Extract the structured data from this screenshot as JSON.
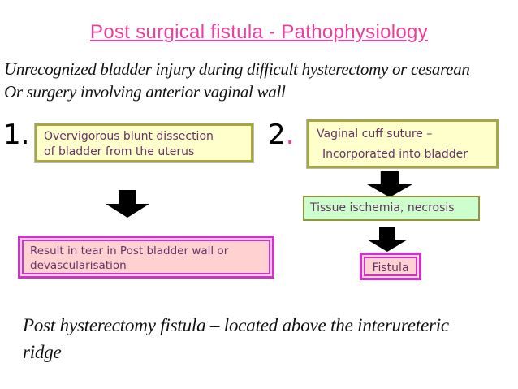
{
  "slide": {
    "title": "Post surgical fistula - Pathophysiology",
    "intro": {
      "line1": "Unrecognized bladder injury during difficult hysterectomy or cesarean",
      "line2": "Or surgery involving anterior vaginal wall"
    },
    "step1": {
      "number": "1",
      "dot": ".",
      "box": {
        "line1": "Overvigorous blunt dissection",
        "line2": "of bladder from the uterus"
      }
    },
    "step2": {
      "number": "2",
      "dot": ".",
      "box": {
        "line1": "Vaginal cuff suture –",
        "line2": "Incorporated into bladder"
      }
    },
    "tissue_box": {
      "label": "Tissue ischemia, necrosis"
    },
    "result_box": {
      "line1": "Result in tear in Post bladder wall or",
      "line2": "devascularisation"
    },
    "fistula_box": {
      "label": "Fistula"
    },
    "footer": {
      "line1": "Post hysterectomy fistula – located above the interureteric",
      "line2": "ridge"
    }
  },
  "colors": {
    "title_pink": "#ee3e9c",
    "box_text_purple": "#663366",
    "yellow_box_bg": "#ffffcc",
    "yellow_box_border": "#a6a643",
    "green_box_bg": "#ccffcc",
    "green_box_border": "#8f963c",
    "pink_box_bg": "#ffd1d1",
    "pink_box_border": "#cc33cc",
    "arrow_black": "#000000",
    "body_text": "#111111"
  },
  "icons": [
    {
      "name": "down-arrow-icon",
      "shape": "solid-block-down-arrow",
      "color": "#000000",
      "count": 3
    }
  ]
}
